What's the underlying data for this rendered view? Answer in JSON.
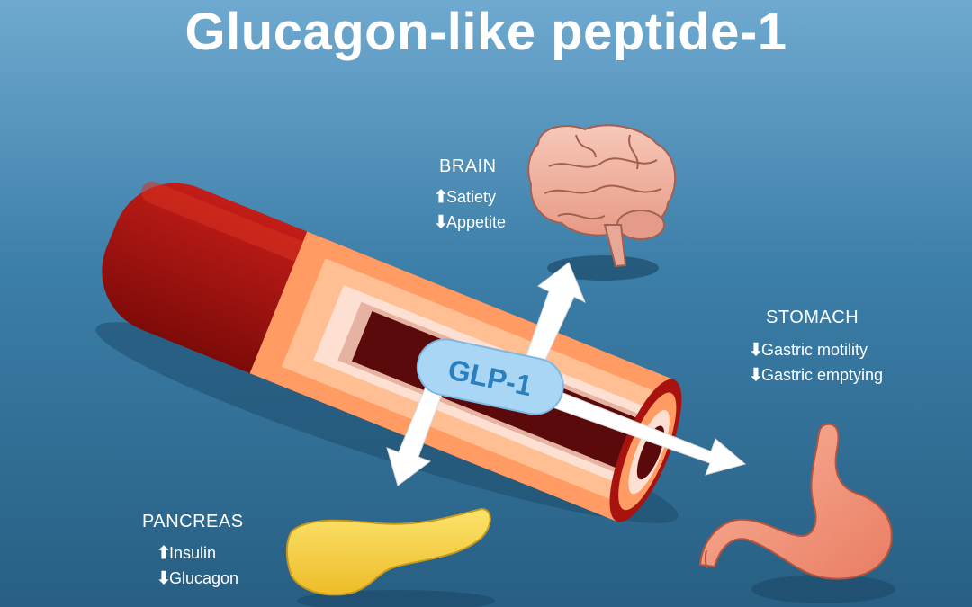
{
  "title": "Glucagon-like peptide-1",
  "hormone_label": "GLP-1",
  "organs": {
    "brain": {
      "label": "BRAIN",
      "effects": [
        {
          "direction": "up",
          "arrow": "⬆",
          "text": "Satiety"
        },
        {
          "direction": "down",
          "arrow": "⬇",
          "text": "Appetite"
        }
      ]
    },
    "stomach": {
      "label": "STOMACH",
      "effects": [
        {
          "direction": "down",
          "arrow": "⬇",
          "text": "Gastric motility"
        },
        {
          "direction": "down",
          "arrow": "⬇",
          "text": "Gastric emptying"
        }
      ]
    },
    "pancreas": {
      "label": "PANCREAS",
      "effects": [
        {
          "direction": "up",
          "arrow": "⬆",
          "text": "Insulin"
        },
        {
          "direction": "down",
          "arrow": "⬇",
          "text": "Glucagon"
        }
      ]
    }
  },
  "colors": {
    "background_top": "#6fa9cf",
    "background_bottom": "#285f83",
    "vessel_outer": "#a8120f",
    "vessel_inner": "#ff9b63",
    "lumen": "#5a0a0a",
    "glp_pill": "#a9d6f5",
    "glp_text": "#2a7fbf",
    "brain": "#f3b7a6",
    "stomach": "#f59c82",
    "pancreas": "#f7d84a",
    "arrows": "#ffffff"
  }
}
